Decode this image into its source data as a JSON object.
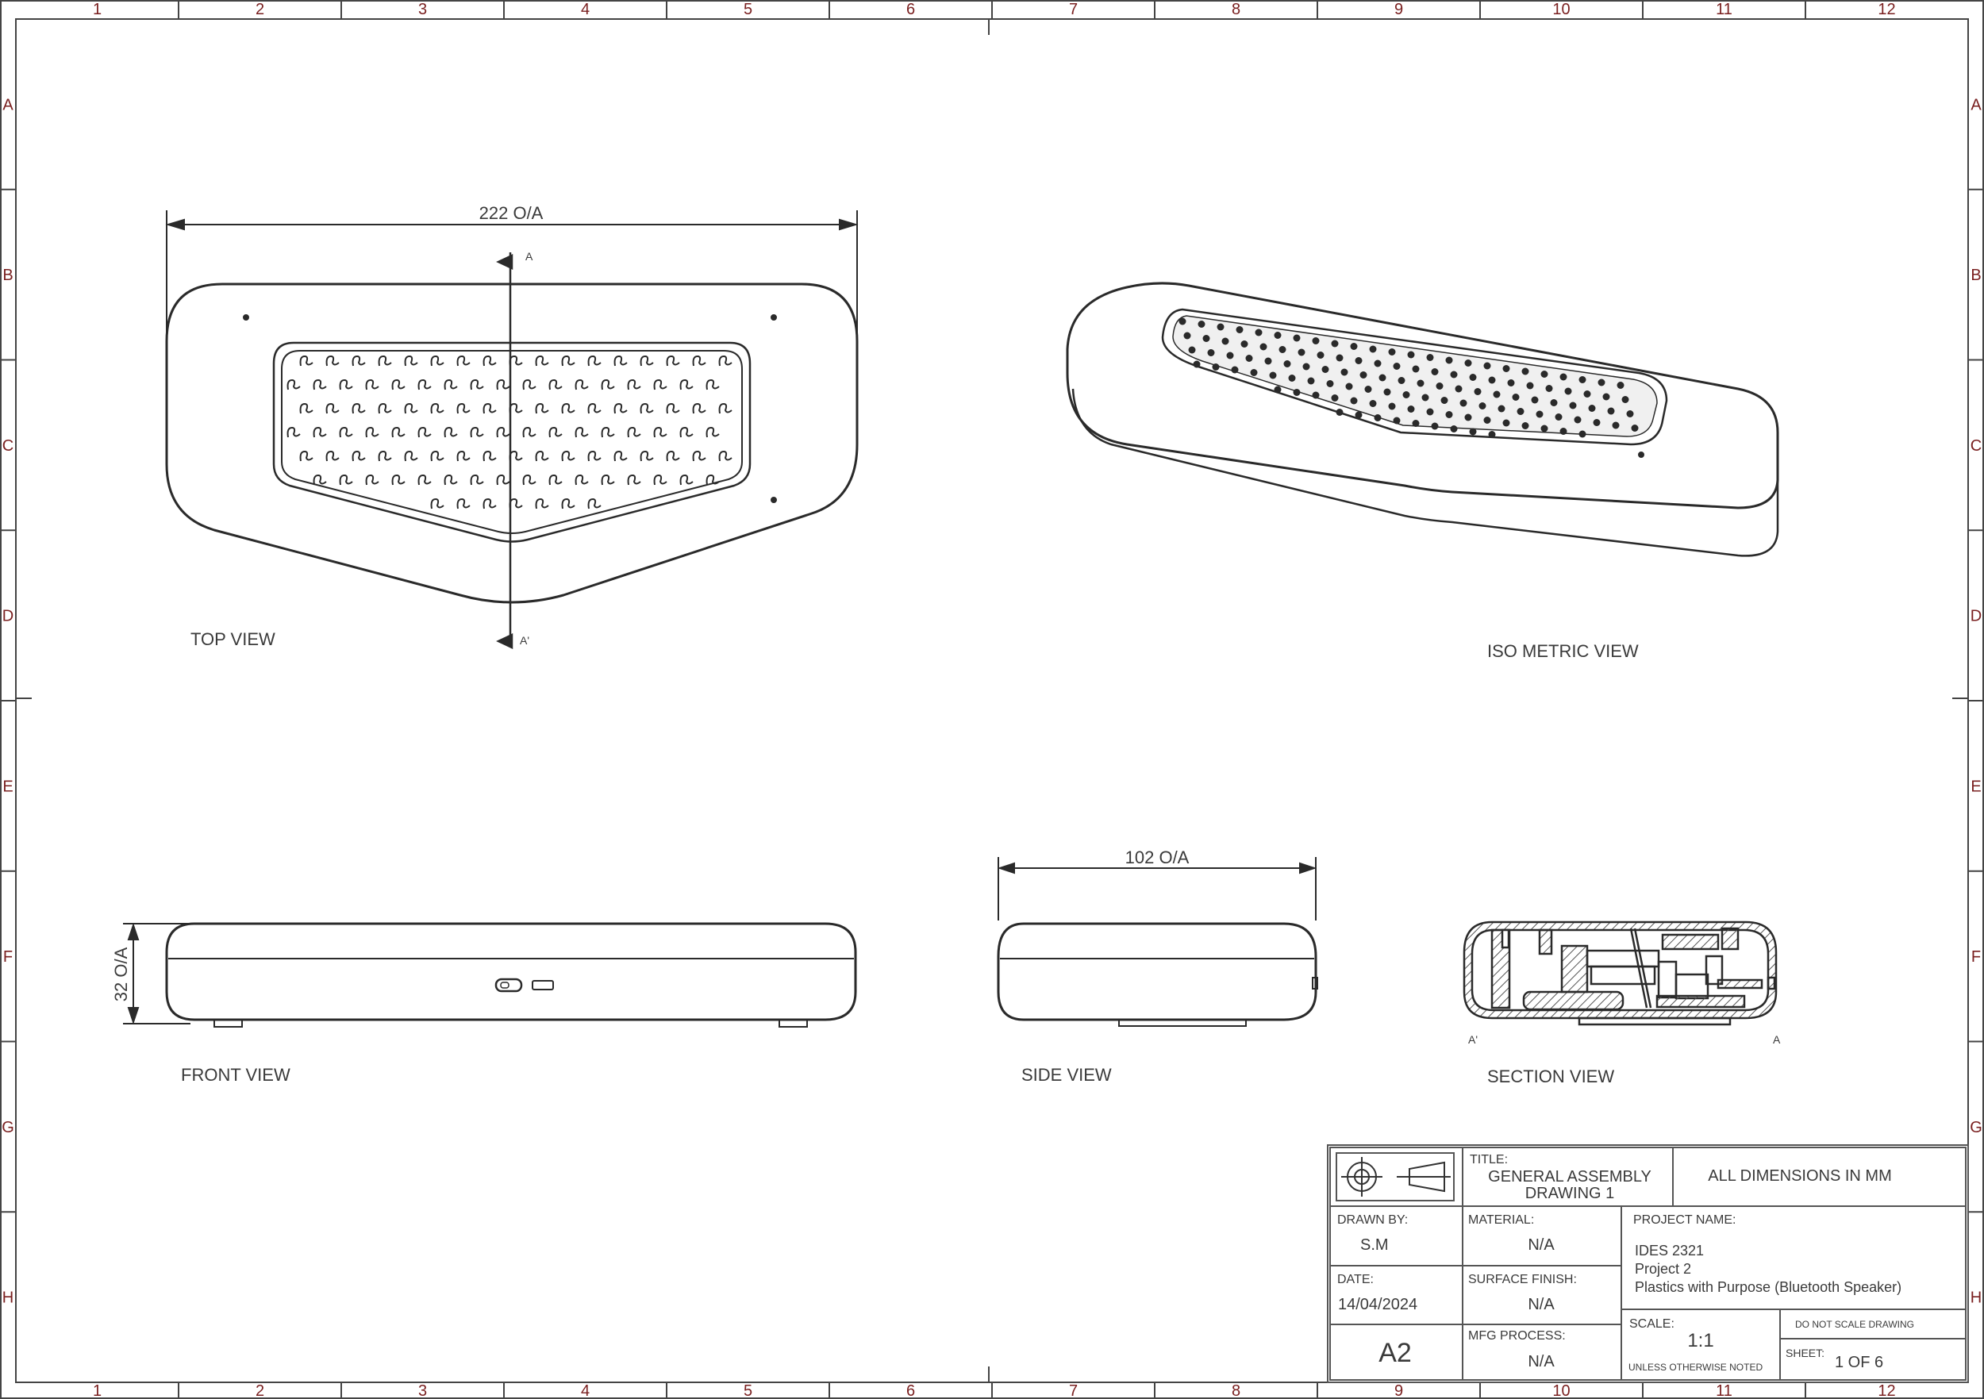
{
  "zones": {
    "columns": [
      "1",
      "2",
      "3",
      "4",
      "5",
      "6",
      "7",
      "8",
      "9",
      "10",
      "11",
      "12"
    ],
    "rows": [
      "A",
      "B",
      "C",
      "D",
      "E",
      "F",
      "G",
      "H"
    ]
  },
  "views": {
    "top": "TOP VIEW",
    "iso": "ISO METRIC VIEW",
    "front": "FRONT VIEW",
    "side": "SIDE VIEW",
    "section": "SECTION VIEW"
  },
  "dimensions": {
    "top_width": "222 O/A",
    "front_height": "32 O/A",
    "side_width": "102 O/A"
  },
  "section_marks": {
    "a": "A",
    "a_prime": "A'"
  },
  "title_block": {
    "title_label": "TITLE:",
    "title_line1": "GENERAL ASSEMBLY",
    "title_line2": "DRAWING 1",
    "units": "ALL DIMENSIONS IN MM",
    "drawn_by_label": "DRAWN BY:",
    "drawn_by": "S.M",
    "material_label": "MATERIAL:",
    "material": "N/A",
    "project_name_label": "PROJECT NAME:",
    "project_line1": "IDES 2321",
    "project_line2": "Project 2",
    "project_line3": "Plastics with Purpose (Bluetooth Speaker)",
    "date_label": "DATE:",
    "date": "14/04/2024",
    "surface_finish_label": "SURFACE FINISH:",
    "surface_finish": "N/A",
    "sheet_size": "A2",
    "mfg_process_label": "MFG PROCESS:",
    "mfg_process": "N/A",
    "scale_label": "SCALE:",
    "scale": "1:1",
    "unless_noted": "UNLESS OTHERWISE NOTED",
    "do_not_scale": "DO NOT SCALE DRAWING",
    "sheet_label": "SHEET:",
    "sheet": "1 OF 6"
  }
}
